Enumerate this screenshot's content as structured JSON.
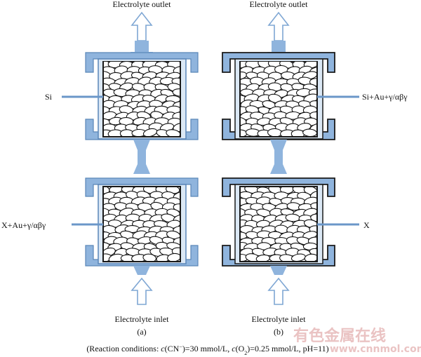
{
  "panels": [
    {
      "id": "a",
      "outlet_label": "Electrolyte outlet",
      "inlet_label": "Electrolyte inlet",
      "panel_label": "(a)",
      "outer_color": "#8fb4dd",
      "outer_stroke": "#5a86b8",
      "top_cell_wire_label": "Si",
      "top_cell_wire_side": "left",
      "bottom_cell_wire_label": "X+Au+γ/αβγ",
      "bottom_cell_wire_side": "left"
    },
    {
      "id": "b",
      "outlet_label": "Electrolyte outlet",
      "inlet_label": "Electrolyte inlet",
      "panel_label": "(b)",
      "outer_color": "#8fb4dd",
      "outer_stroke": "#1a1a1a",
      "top_cell_wire_label": "Si+Au+γ/αβγ",
      "top_cell_wire_side": "right",
      "bottom_cell_wire_label": "X",
      "bottom_cell_wire_side": "right"
    }
  ],
  "caption": {
    "prefix": "(Reaction  conditions: ",
    "cn_var": "c",
    "cn_text": "(CN",
    "cn_sup": "−",
    "cn_val": ")=30 mmol/L, ",
    "o2_var": "c",
    "o2_text": "(O",
    "o2_sub": "2",
    "o2_val": ")=0.25 mmol/L, pH=11)"
  },
  "watermark": {
    "cn": "有色金属在线",
    "en": "www.cnnmol.com"
  },
  "colors": {
    "cell_fill": "#8fb4dd",
    "inner_fill": "#dbe8f5",
    "arrow_stroke": "#7fa7d4",
    "connector": "#8fb4dd",
    "wire": "#6b97c9",
    "watermark": "#e7b9b9"
  }
}
